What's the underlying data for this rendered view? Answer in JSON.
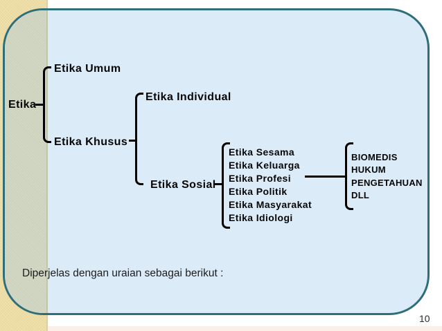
{
  "slide": {
    "footer_text": "Diperjelas dengan uraian sebagai berikut :",
    "page_number": "10"
  },
  "tree": {
    "root": "Etika",
    "level1": [
      "Etika Umum",
      "Etika Khusus"
    ],
    "level2": [
      "Etika Individual",
      "Etika Sosial"
    ],
    "level3": [
      "Etika Sesama",
      "Etika Keluarga",
      "Etika Profesi",
      "Etika Politik",
      "Etika Masyarakat",
      "Etika Idiologi"
    ],
    "level4": [
      "BIOMEDIS",
      "HUKUM",
      "PENGETAHUAN",
      "DLL"
    ]
  },
  "colors": {
    "panel_fill": "#dcebf8",
    "panel_border": "#2d6e79",
    "stripe_tan": "#f0e0ab",
    "stripe_overlap": "#d1d7c3",
    "line_black": "#000000",
    "bottom_band": "#fbf0e8"
  }
}
